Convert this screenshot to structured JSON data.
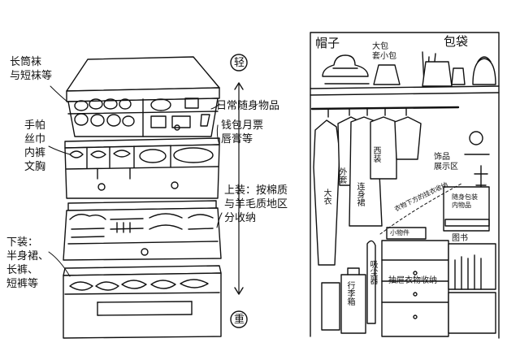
{
  "left": {
    "labels": {
      "socks": "长筒袜\n与短袜等",
      "underwear": "手帕\n丝巾\n内裤\n文胸",
      "bottoms": "下装：\n半身裙、\n长裤、\n短裤等",
      "daily": "日常随身物品",
      "daily_items": "钱包月票\n唇膏等",
      "tops": "上装：按棉质\n与羊毛质地区\n分收纳"
    },
    "scale": {
      "light": "轻",
      "heavy": "重"
    }
  },
  "right": {
    "labels": {
      "hats": "帽子",
      "bag_small": "大包\n套小包",
      "bags": "包袋",
      "coat": "大衣",
      "jacket": "外套",
      "dress": "连身裙",
      "suit": "西装",
      "accessories": "饰品\n展示区",
      "hanging_under": "衣物下方的挂衣收纳",
      "small_items": "小物件",
      "accessory_box": "随身包装\n内物品",
      "books": "图书",
      "luggage": "行李箱",
      "vacuum": "吸尘器",
      "drawer_storage": "抽屉衣物收纳"
    }
  }
}
